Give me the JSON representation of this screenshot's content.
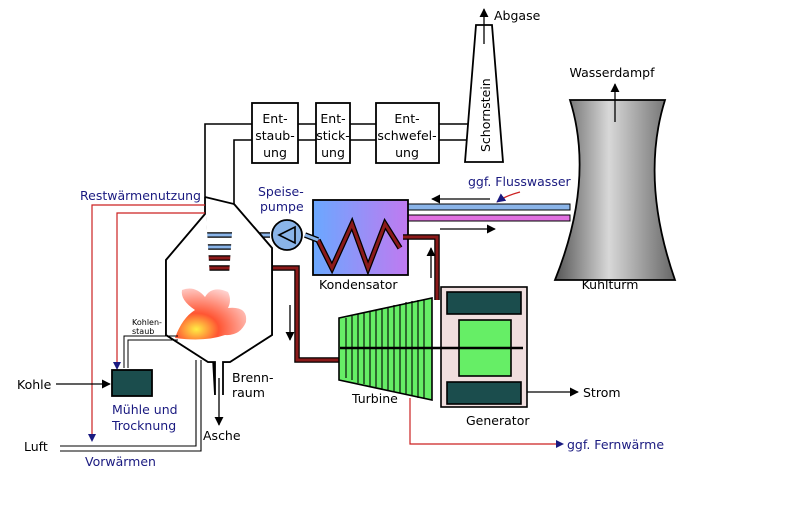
{
  "labels": {
    "abgase": "Abgase",
    "wasserdampf": "Wasserdampf",
    "schornstein": "Schornstein",
    "entstaubung": [
      "Ent-",
      "staub-",
      "ung"
    ],
    "entstickung": [
      "Ent-",
      "stick-",
      "ung"
    ],
    "entschwefelung": [
      "Ent-",
      "schwefel-",
      "ung"
    ],
    "restwaerme": "Restwärmenutzung",
    "flusswasser": "ggf. Flusswasser",
    "speisepumpe": [
      "Speise-",
      "pumpe"
    ],
    "kondensator": "Kondensator",
    "kuehlturm": "Kühlturm",
    "kohlenstaub": [
      "Kohlen-",
      "staub"
    ],
    "kohle": "Kohle",
    "muehle": [
      "Mühle und",
      "Trocknung"
    ],
    "brennraum": [
      "Brenn-",
      "raum"
    ],
    "asche": "Asche",
    "luft": "Luft",
    "vorwaermen": "Vorwärmen",
    "turbine": "Turbine",
    "generator": "Generator",
    "strom": "Strom",
    "fernwaerme": "ggf. Fernwärme"
  },
  "colors": {
    "blue_text": "#1a1a80",
    "red_line": "#cc2222",
    "pipe_red": "#8b1a1a",
    "pipe_blue": "#8ab4e8",
    "pipe_pink": "#e070e0",
    "turbine": "#66ee66",
    "generator_housing": "#f0dede",
    "generator_coil": "#1b4d4d",
    "muehle": "#1b4d4d"
  }
}
